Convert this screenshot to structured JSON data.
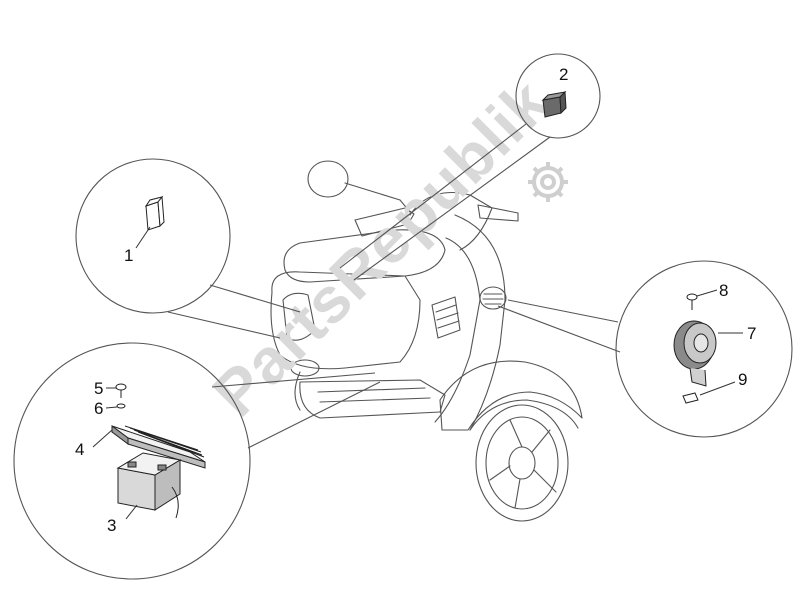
{
  "watermark": {
    "text": "PartsRepublik",
    "logo": "gear-icon"
  },
  "callouts": [
    {
      "id": "1",
      "label": "1"
    },
    {
      "id": "2",
      "label": "2"
    },
    {
      "id": "3",
      "label": "3"
    },
    {
      "id": "4",
      "label": "4"
    },
    {
      "id": "5",
      "label": "5"
    },
    {
      "id": "6",
      "label": "6"
    },
    {
      "id": "7",
      "label": "7"
    },
    {
      "id": "8",
      "label": "8"
    },
    {
      "id": "9",
      "label": "9"
    }
  ],
  "colors": {
    "line": "#555555",
    "part_line": "#222222",
    "watermark": "#d9d9d9"
  }
}
